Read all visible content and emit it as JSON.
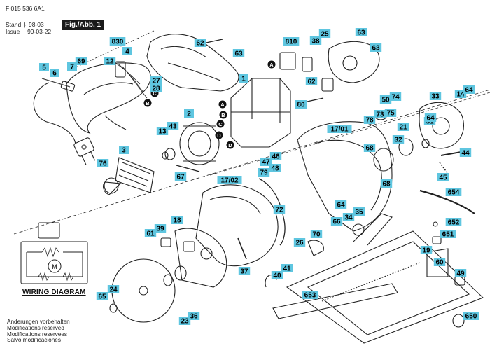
{
  "header": {
    "doc_number": "F 015 536 6A1",
    "stand_label": "Stand",
    "stand_value_struck": "98-03",
    "issue_label": "Issue",
    "issue_value": "99-03-22",
    "figure_label": "Fig./Abb. 1"
  },
  "wiring_diagram_label": "WIRING DIAGRAM",
  "wiring_motor_symbol": "M",
  "callout_letters": [
    "A",
    "B",
    "C",
    "D",
    "A",
    "B",
    "C",
    "D"
  ],
  "footer_notes": [
    "Änderungen vorbehalten",
    "Modifications reserved",
    "Modifications reservees",
    "Salvo modificaciones"
  ],
  "part_numbers": [
    "830",
    "4",
    "62",
    "63",
    "810",
    "25",
    "38",
    "63",
    "63",
    "69",
    "12",
    "27",
    "28",
    "5",
    "6",
    "7",
    "1",
    "62",
    "80",
    "50",
    "74",
    "33",
    "14",
    "64",
    "75",
    "73",
    "78",
    "31",
    "64",
    "21",
    "17/01",
    "32",
    "68",
    "43",
    "13",
    "2",
    "3",
    "76",
    "67",
    "79",
    "48",
    "47",
    "46",
    "17/02",
    "72",
    "64",
    "35",
    "34",
    "66",
    "68",
    "45",
    "44",
    "654",
    "61",
    "39",
    "18",
    "70",
    "26",
    "652",
    "651",
    "37",
    "19",
    "60",
    "49",
    "36",
    "23",
    "41",
    "40",
    "24",
    "65",
    "653",
    "650"
  ],
  "label_colors": {
    "background": "#5fc6e0",
    "text": "#000000"
  }
}
